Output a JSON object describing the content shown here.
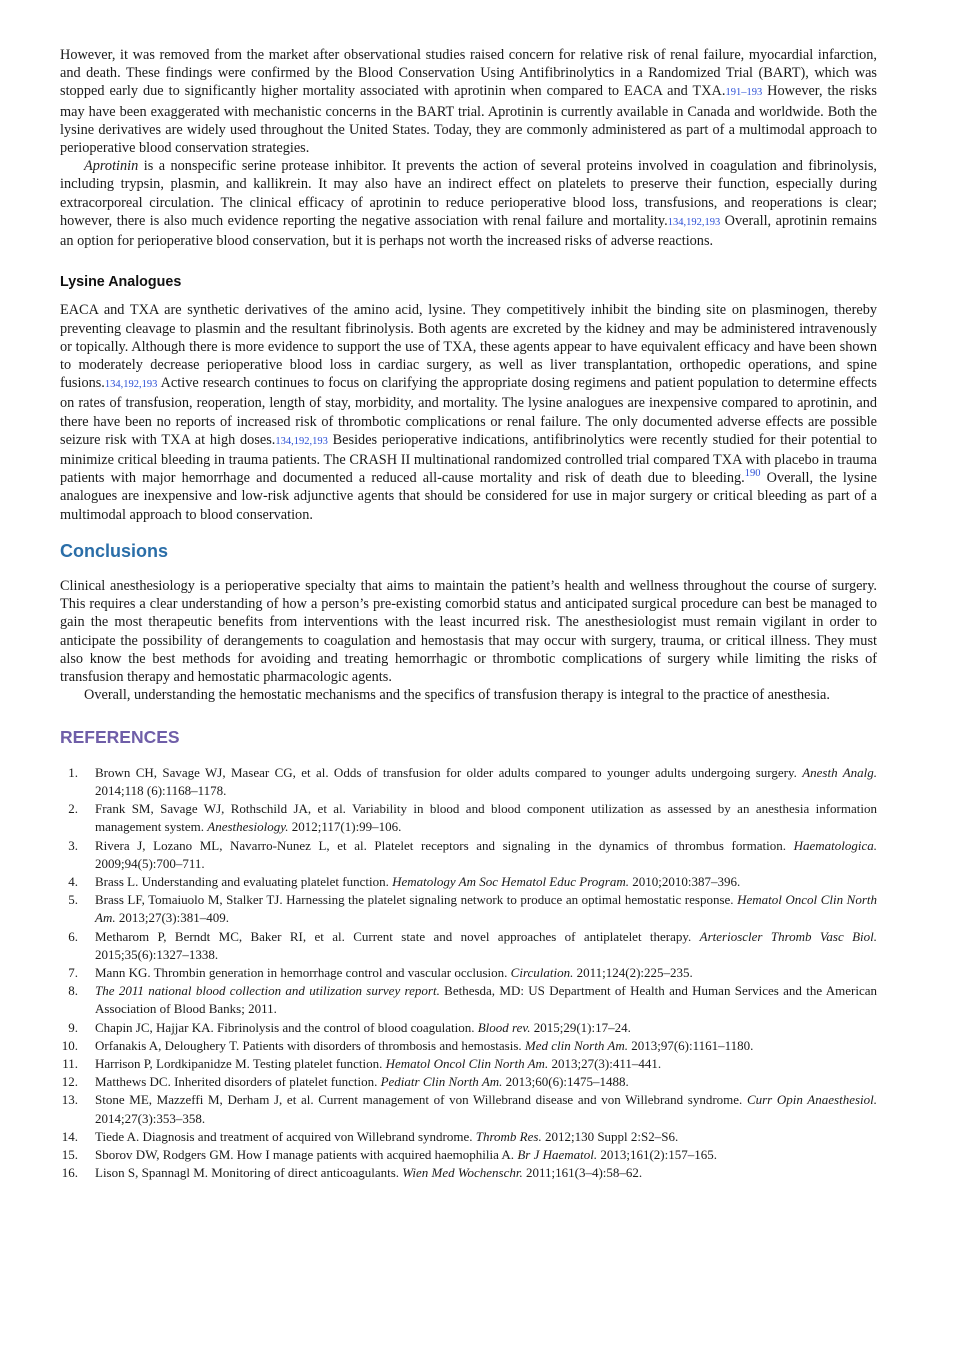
{
  "intro": {
    "p1": {
      "a": "However, it was removed from the market after observational studies raised concern for relative risk of renal failure, myocardial infarction, and death. These findings were confirmed by the Blood Conservation Using Antifibrinolytics in a Randomized Trial (BART), which was stopped early due to significantly higher mortality associated with aprotinin when compared to EACA and TXA.",
      "cite1": "191–193",
      "b": " However, the risks may have been exaggerated with mechanistic concerns in the BART trial. Aprotinin is currently available in Canada and worldwide. Both the lysine derivatives are widely used throughout the United States. Today, they are commonly administered as part of a multimodal approach to perioperative blood conservation strategies."
    },
    "p2": {
      "term": "Aprotinin",
      "a": " is a nonspecific serine protease inhibitor. It prevents the action of several proteins involved in coagulation and fibrinolysis, including trypsin, plasmin, and kallikrein. It may also have an indirect effect on platelets to preserve their function, especially during extracorporeal circulation. The clinical efficacy of aprotinin to reduce perioperative blood loss, transfusions, and reoperations is clear; however, there is also much evidence reporting the negative association with renal failure and mortality.",
      "cite1": "134,192,193",
      "b": " Overall, aprotinin remains an option for perioperative blood conservation, but it is perhaps not worth the increased risks of adverse reactions."
    }
  },
  "lysine": {
    "heading": "Lysine Analogues",
    "a": "EACA and TXA are synthetic derivatives of the amino acid, lysine. They competitively inhibit the binding site on plasminogen, thereby preventing cleavage to plasmin and the resultant fibrinolysis. Both agents are excreted by the kidney and may be administered intravenously or topically. Although there is more evidence to support the use of TXA, these agents appear to have equivalent efficacy and have been shown to moderately decrease perioperative blood loss in cardiac surgery, as well as liver transplantation, orthopedic operations, and spine fusions.",
    "cite1": "134,192,193",
    "b": " Active research continues to focus on clarifying the appropriate dosing regimens and patient population to determine effects on rates of transfusion, reoperation, length of stay, morbidity, and mortality. The lysine analogues are inexpensive compared to aprotinin, and there have been no reports of increased risk of thrombotic complications or renal failure. The only documented adverse effects are possible seizure risk with TXA at high doses.",
    "cite2": "134,192,193",
    "c": " Besides perioperative indications, antifibrinolytics were recently studied for their potential to minimize critical bleeding in trauma patients. The CRASH II multinational randomized controlled trial compared TXA with placebo in trauma patients with major hemorrhage and documented a reduced all-cause mortality and risk of death due to bleeding.",
    "cite3": "190",
    "d": " Overall, the lysine analogues are inexpensive and low-risk adjunctive agents that should be considered for use in major surgery or critical bleeding as part of a multimodal approach to blood conservation."
  },
  "conclusions": {
    "heading": "Conclusions",
    "p1": "Clinical anesthesiology is a perioperative specialty that aims to maintain the patient’s health and wellness throughout the course of surgery. This requires a clear understanding of how a person’s pre-existing comorbid status and anticipated surgical procedure can best be managed to gain the most therapeutic benefits from interventions with the least incurred risk. The anesthesiologist must remain vigilant in order to anticipate the possibility of derangements to coagulation and hemostasis that may occur with surgery, trauma, or critical illness. They must also know the best methods for avoiding and treating hemorrhagic or thrombotic complications of surgery while limiting the risks of transfusion therapy and hemostatic pharmacologic agents.",
    "p2": "Overall, understanding the hemostatic mechanisms and the specifics of transfusion therapy is integral to the practice of anesthesia."
  },
  "references": {
    "heading": "REFERENCES",
    "items": [
      {
        "num": "1.",
        "pre": "Brown CH, Savage WJ, Masear CG, et al. Odds of transfusion for older adults compared to younger adults undergoing surgery. ",
        "ital": "Anesth Analg.",
        "post": " 2014;118 (6):1168–1178."
      },
      {
        "num": "2.",
        "pre": "Frank SM, Savage WJ, Rothschild JA, et al. Variability in blood and blood component utilization as assessed by an anesthesia information management system. ",
        "ital": "Anesthesiology.",
        "post": " 2012;117(1):99–106."
      },
      {
        "num": "3.",
        "pre": "Rivera J, Lozano ML, Navarro-Nunez L, et al. Platelet receptors and signaling in the dynamics of thrombus formation. ",
        "ital": "Haematologica.",
        "post": " 2009;94(5):700–711."
      },
      {
        "num": "4.",
        "pre": "Brass L. Understanding and evaluating platelet function. ",
        "ital": "Hematology Am Soc Hematol Educ Program.",
        "post": " 2010;2010:387–396."
      },
      {
        "num": "5.",
        "pre": "Brass LF, Tomaiuolo M, Stalker TJ. Harnessing the platelet signaling network to produce an optimal hemostatic response. ",
        "ital": "Hematol Oncol Clin North Am.",
        "post": " 2013;27(3):381–409."
      },
      {
        "num": "6.",
        "pre": "Metharom P, Berndt MC, Baker RI, et al. Current state and novel approaches of antiplatelet therapy. ",
        "ital": "Arterioscler Thromb Vasc Biol.",
        "post": " 2015;35(6):1327–1338."
      },
      {
        "num": "7.",
        "pre": "Mann KG. Thrombin generation in hemorrhage control and vascular occlusion. ",
        "ital": "Circulation.",
        "post": " 2011;124(2):225–235."
      },
      {
        "num": "8.",
        "pre": "",
        "ital": "The 2011 national blood collection and utilization survey report.",
        "post": " Bethesda, MD: US Department of Health and Human Services and the American Association of Blood Banks; 2011."
      },
      {
        "num": "9.",
        "pre": "Chapin JC, Hajjar KA. Fibrinolysis and the control of blood coagulation. ",
        "ital": "Blood rev.",
        "post": " 2015;29(1):17–24."
      },
      {
        "num": "10.",
        "pre": "Orfanakis A, Deloughery T. Patients with disorders of thrombosis and hemostasis. ",
        "ital": "Med clin North Am.",
        "post": " 2013;97(6):1161–1180."
      },
      {
        "num": "11.",
        "pre": "Harrison P, Lordkipanidze M. Testing platelet function. ",
        "ital": "Hematol Oncol Clin North Am.",
        "post": " 2013;27(3):411–441."
      },
      {
        "num": "12.",
        "pre": "Matthews DC. Inherited disorders of platelet function. ",
        "ital": "Pediatr Clin North Am.",
        "post": " 2013;60(6):1475–1488."
      },
      {
        "num": "13.",
        "pre": "Stone ME, Mazzeffi M, Derham J, et al. Current management of von Willebrand disease and von Willebrand syndrome. ",
        "ital": "Curr Opin Anaesthesiol.",
        "post": " 2014;27(3):353–358."
      },
      {
        "num": "14.",
        "pre": "Tiede A. Diagnosis and treatment of acquired von Willebrand syndrome. ",
        "ital": "Thromb Res.",
        "post": " 2012;130 Suppl 2:S2–S6."
      },
      {
        "num": "15.",
        "pre": "Sborov DW, Rodgers GM. How I manage patients with acquired haemophilia A. ",
        "ital": "Br J Haematol.",
        "post": " 2013;161(2):157–165."
      },
      {
        "num": "16.",
        "pre": "Lison S, Spannagl M. Monitoring of direct anticoagulants. ",
        "ital": "Wien Med Wochenschr.",
        "post": " 2011;161(3–4):58–62."
      }
    ]
  }
}
